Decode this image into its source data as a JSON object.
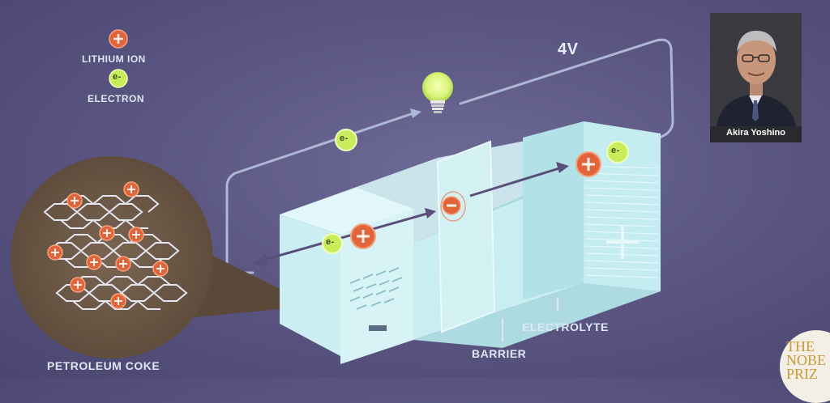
{
  "legend": {
    "lithium_ion": "LITHIUM ION",
    "electron": "ELECTRON",
    "ion_symbol": "+",
    "electron_symbol": "e-"
  },
  "voltage": "4V",
  "labels": {
    "petroleum_coke": "PETROLEUM COKE",
    "barrier": "BARRIER",
    "electrolyte": "ELECTROLYTE"
  },
  "portrait": {
    "name": "Akira Yoshino"
  },
  "branding": {
    "line1": "THE",
    "line2": "NOBE",
    "line3": "PRIZ"
  },
  "colors": {
    "background": "#5c5783",
    "ion": "#e2643a",
    "electron": "#c9ec5a",
    "cell": "#c6ecf0",
    "circuit_wire": "#aeb8d6",
    "circle_bg": "#6b5a4a"
  },
  "icons": [
    "lightbulb-icon",
    "negative-terminal-icon",
    "positive-terminal-icon"
  ]
}
